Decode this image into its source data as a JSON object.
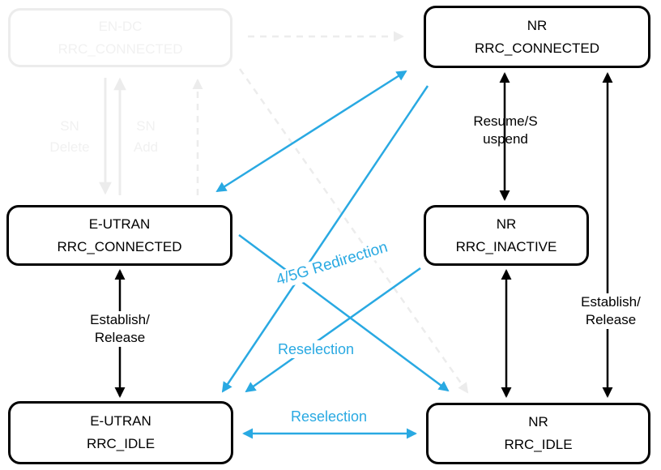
{
  "diagram": {
    "boxes": {
      "endc": {
        "line1": "EN-DC",
        "line2": "RRC_CONNECTED"
      },
      "nr_connected": {
        "line1": "NR",
        "line2": "RRC_CONNECTED"
      },
      "eutran_connected": {
        "line1": "E-UTRAN",
        "line2": "RRC_CONNECTED"
      },
      "nr_inactive": {
        "line1": "NR",
        "line2": "RRC_INACTIVE"
      },
      "eutran_idle": {
        "line1": "E-UTRAN",
        "line2": "RRC_IDLE"
      },
      "nr_idle": {
        "line1": "NR",
        "line2": "RRC_IDLE"
      }
    },
    "labels": {
      "sn_delete": {
        "line1": "SN",
        "line2": "Delete"
      },
      "sn_add": {
        "line1": "SN",
        "line2": "Add"
      },
      "resume_suspend": {
        "line1": "Resume/S",
        "line2": "uspend"
      },
      "establish_release_left": {
        "line1": "Establish/",
        "line2": "Release"
      },
      "establish_release_right": {
        "line1": "Establish/",
        "line2": "Release"
      },
      "redirection": "4/5G Redirection",
      "reselection_cross": "Reselection",
      "reselection_idle": "Reselection"
    },
    "colors": {
      "blue": "#29A9E2",
      "black": "#000000",
      "faded": "#ECECEC",
      "faded_text": "#F1F1F1"
    }
  }
}
